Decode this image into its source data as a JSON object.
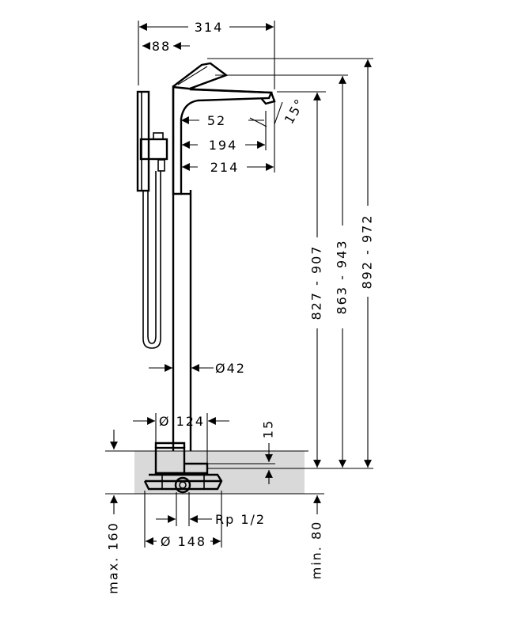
{
  "dimensions": {
    "total_reach": "314",
    "handshower_offset": "88",
    "spout_52": "52",
    "spout_194": "194",
    "spout_214": "214",
    "angle": "15°",
    "height_low": "827 - 907",
    "height_mid": "863 - 943",
    "height_high": "892 - 972",
    "column_diameter": "Ø42",
    "base_diameter": "Ø 124",
    "base_height": "15",
    "connection": "Rp 1/2",
    "flange_diameter": "Ø 148",
    "max_depth": "max. 160",
    "min_depth": "min. 80"
  },
  "colors": {
    "line": "#000000",
    "floor": "#d9d9d9"
  }
}
